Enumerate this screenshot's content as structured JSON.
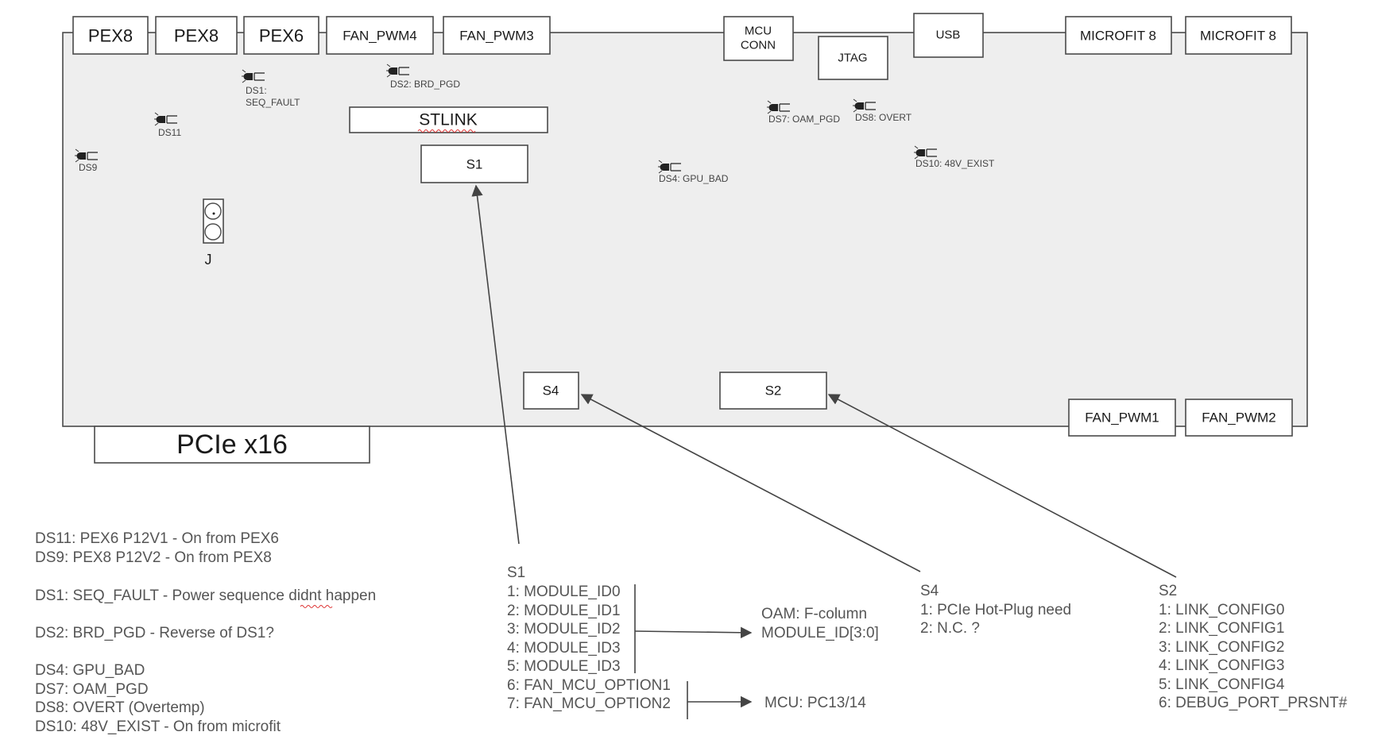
{
  "board": {
    "top_connectors": [
      "PEX8",
      "PEX8",
      "PEX6",
      "FAN_PWM4",
      "FAN_PWM3"
    ],
    "mcu_conn": [
      "MCU",
      "CONN"
    ],
    "jtag": "JTAG",
    "usb": "USB",
    "microfit": [
      "MICROFIT 8",
      "MICROFIT 8"
    ],
    "stlink": "STLINK",
    "switches": {
      "s1": "S1",
      "s4": "S4",
      "s2": "S2"
    },
    "bottom_fans": [
      "FAN_PWM1",
      "FAN_PWM2"
    ],
    "pcie": "PCIe x16",
    "jumper": "J"
  },
  "leds": {
    "ds1": [
      "DS1:",
      "SEQ_FAULT"
    ],
    "ds2": "DS2: BRD_PGD",
    "ds11": "DS11",
    "ds9": "DS9",
    "ds7": "DS7: OAM_PGD",
    "ds8": "DS8: OVERT",
    "ds10": "DS10: 48V_EXIST",
    "ds4": "DS4: GPU_BAD"
  },
  "legend": [
    "DS11: PEX6 P12V1 - On from PEX6",
    "DS9: PEX8 P12V2 - On from PEX8",
    "DS1: SEQ_FAULT - Power sequence didnt happen",
    "DS2: BRD_PGD - Reverse of DS1?",
    "DS4: GPU_BAD",
    "DS7: OAM_PGD",
    "DS8: OVERT  (Overtemp)",
    "DS10: 48V_EXIST - On from microfit"
  ],
  "s1_notes": {
    "title": "S1",
    "items": [
      "1: MODULE_ID0",
      "2: MODULE_ID1",
      "3: MODULE_ID2",
      "4: MODULE_ID3",
      "5: MODULE_ID3",
      "6: FAN_MCU_OPTION1",
      "7: FAN_MCU_OPTION2"
    ],
    "oam": [
      "OAM: F-column",
      "MODULE_ID[3:0]"
    ],
    "mcu": "MCU: PC13/14"
  },
  "s4_notes": {
    "title": "S4",
    "items": [
      "1: PCIe Hot-Plug need",
      "2: N.C. ?"
    ]
  },
  "s2_notes": {
    "title": "S2",
    "items": [
      "1: LINK_CONFIG0",
      "2: LINK_CONFIG1",
      "3: LINK_CONFIG2",
      "4: LINK_CONFIG3",
      "5: LINK_CONFIG4",
      "6: DEBUG_PORT_PRSNT#"
    ]
  }
}
